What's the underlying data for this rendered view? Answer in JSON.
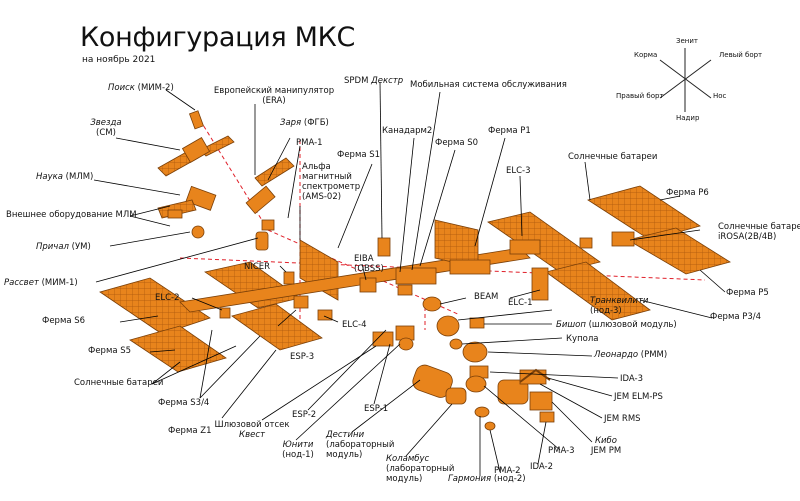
{
  "title": "Конфигурация МКС",
  "subtitle": "на ноябрь 2021",
  "orientation": {
    "zenith": "Зенит",
    "aft": "Корма",
    "port": "Левый борт",
    "starboard": "Правый борт",
    "nose": "Нос",
    "nadir": "Надир"
  },
  "labels": {
    "poisk_it": "Поиск",
    "poisk": " (МИМ-2)",
    "zvezda_it": "Звезда",
    "zvezda": "(СМ)",
    "era1": "Европейский манипулятор",
    "era2": "(ERA)",
    "zarya_it": "Заря",
    "zarya": " (ФГБ)",
    "pma1": "PMA-1",
    "nauka_it": "Наука",
    "nauka": " (МЛМ)",
    "mlm_ext": "Внешнее оборудование МЛМ",
    "prichal_it": "Причал",
    "prichal": " (УМ)",
    "rassvet_it": "Рассвет",
    "rassvet": " (МИМ-1)",
    "ams1": "Альфа",
    "ams2": "магнитный",
    "ams3": "спектрометр",
    "ams4": "(AMS-02)",
    "s1": "Ферма S1",
    "spdm": "SPDM ",
    "spdm_it": "Декстр",
    "mss": "Мобильная система обслуживания",
    "canadarm2": "Канадарм2",
    "s0": "Ферма S0",
    "p1": "Ферма P1",
    "solar_top": "Солнечные батареи",
    "elc3": "ELC-3",
    "p6": "Ферма P6",
    "irosa1": "Солнечные батареи",
    "irosa2": "iROSA(2B/4B)",
    "p5": "Ферма P5",
    "p34": "Ферма P3/4",
    "eiba1": "EIBA",
    "eiba2": "(OBSS)",
    "nicer": "NICER",
    "elc2": "ELC-2",
    "s6": "Ферма S6",
    "s5": "Ферма S5",
    "solar_bottom": "Солнечные батареи",
    "s34": "Ферма S3/4",
    "z1": "Ферма Z1",
    "elc4": "ELC-4",
    "esp3": "ESP-3",
    "beam": "BEAM",
    "elc1": "ELC-1",
    "tranq_it": "Транквилити",
    "tranq": "(нод-3)",
    "bishop_it": "Бишоп",
    "bishop": " (шлюзовой модуль)",
    "cupola": "Купола",
    "leonardo_it": "Леонардо",
    "leonardo": " (PMM)",
    "ida3": "IDA-3",
    "jem_elm": "JEM ELM-PS",
    "jem_rms": "JEM RMS",
    "kibo_it": "Кибо",
    "kibo": "JEM PM",
    "pma3": "PMA-3",
    "ida2": "IDA-2",
    "pma2": "PMA-2",
    "harmony_it": "Гармония",
    "harmony": " (нод-2)",
    "columbus1_it": "Коламбус",
    "columbus2": "(лабораторный",
    "columbus3": "модуль)",
    "destiny1_it": "Дестини",
    "destiny2": "(лабораторный",
    "destiny3": "модуль)",
    "unity1_it": "Юнити",
    "unity2": "(нод-1)",
    "quest1": "Шлюзовой отсек",
    "quest2_it": "Квест",
    "esp1": "ESP-1",
    "esp2": "ESP-2"
  },
  "colors": {
    "module": "#e8841c",
    "module_dark": "#b05a0c",
    "leader": "#000000",
    "axis_dash": "#e0202a"
  }
}
